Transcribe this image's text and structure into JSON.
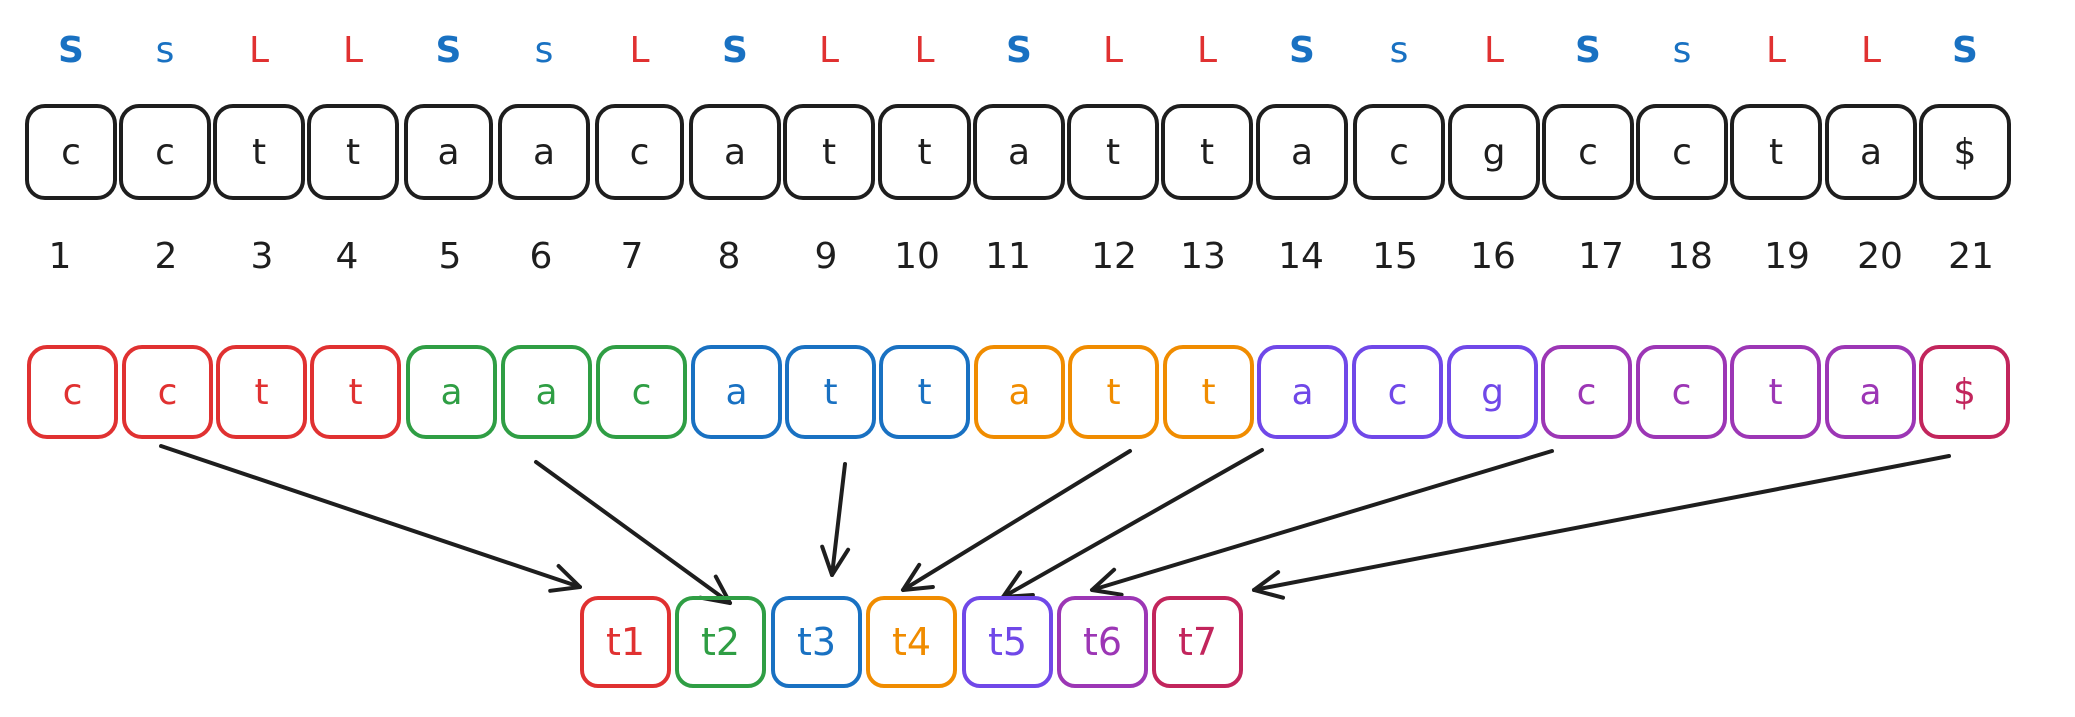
{
  "colors": {
    "ink": "#1e1e1e",
    "s_type": "#1971c2",
    "l_type": "#e03131",
    "red": "#e03131",
    "green": "#2f9e44",
    "blue": "#1971c2",
    "orange": "#f08c00",
    "violet": "#7048e8",
    "purple": "#9c36b5",
    "crimson": "#c2255c"
  },
  "top_row": {
    "types": [
      "S",
      "s",
      "L",
      "L",
      "S",
      "s",
      "L",
      "S",
      "L",
      "L",
      "S",
      "L",
      "L",
      "S",
      "s",
      "L",
      "S",
      "s",
      "L",
      "L",
      "S"
    ],
    "chars": [
      "c",
      "c",
      "t",
      "t",
      "a",
      "a",
      "c",
      "a",
      "t",
      "t",
      "a",
      "t",
      "t",
      "a",
      "c",
      "g",
      "c",
      "c",
      "t",
      "a",
      "$"
    ],
    "indices": [
      "1",
      "2",
      "3",
      "4",
      "5",
      "6",
      "7",
      "8",
      "9",
      "10",
      "11",
      "12",
      "13",
      "14",
      "15",
      "16",
      "17",
      "18",
      "19",
      "20",
      "21"
    ]
  },
  "colored_row": {
    "chars": [
      "c",
      "c",
      "t",
      "t",
      "a",
      "a",
      "c",
      "a",
      "t",
      "t",
      "a",
      "t",
      "t",
      "a",
      "c",
      "g",
      "c",
      "c",
      "t",
      "a",
      "$"
    ],
    "colors": [
      "red",
      "red",
      "red",
      "red",
      "green",
      "green",
      "green",
      "blue",
      "blue",
      "blue",
      "orange",
      "orange",
      "orange",
      "violet",
      "violet",
      "violet",
      "purple",
      "purple",
      "purple",
      "purple",
      "crimson"
    ]
  },
  "groups": [
    {
      "label": "t1",
      "color": "red"
    },
    {
      "label": "t2",
      "color": "green"
    },
    {
      "label": "t3",
      "color": "blue"
    },
    {
      "label": "t4",
      "color": "orange"
    },
    {
      "label": "t5",
      "color": "violet"
    },
    {
      "label": "t6",
      "color": "purple"
    },
    {
      "label": "t7",
      "color": "crimson"
    }
  ]
}
